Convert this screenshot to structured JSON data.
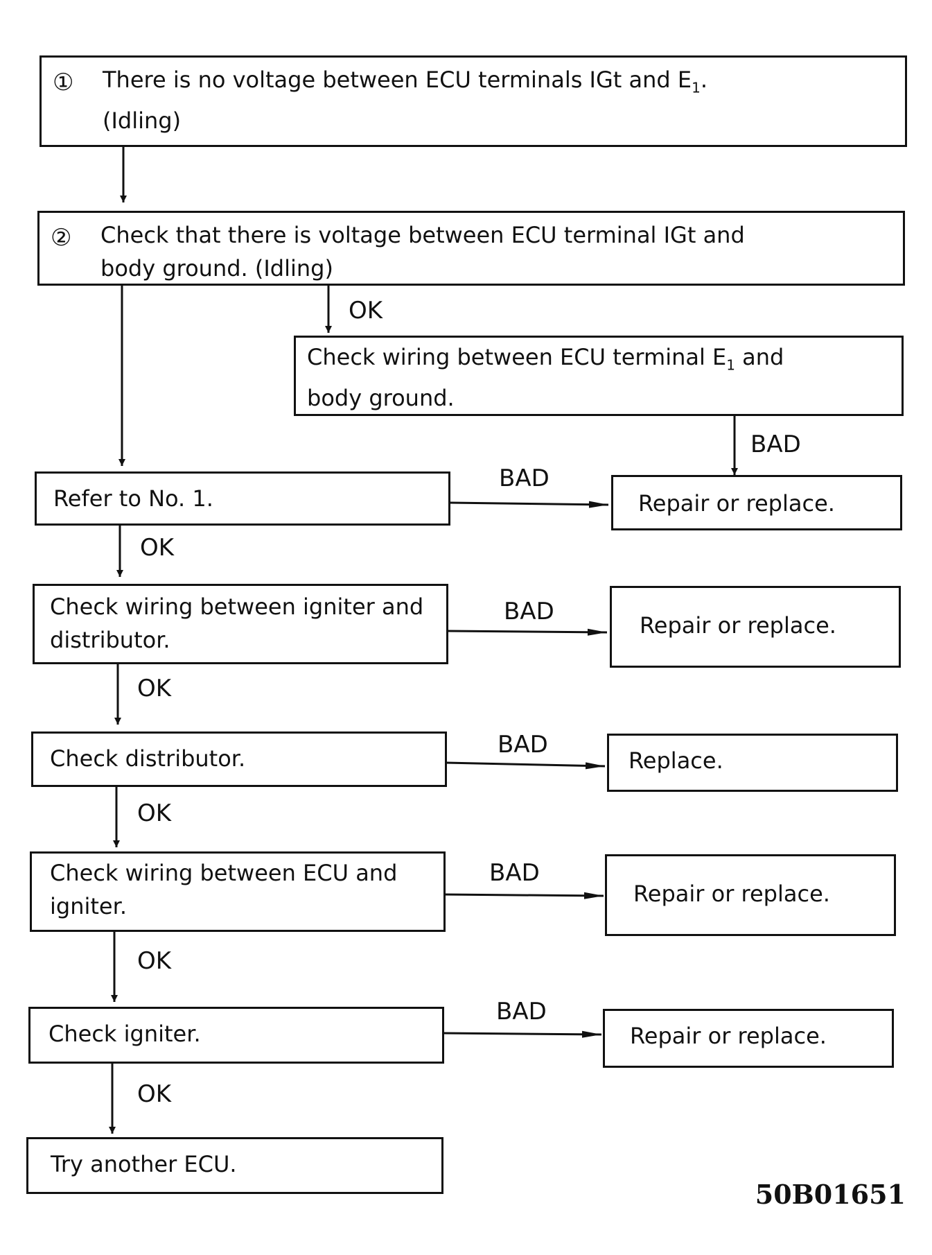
{
  "steps": {
    "step1": {
      "num": "①",
      "text_line1": "There is no voltage between ECU terminals IGt and E",
      "sub": "1",
      "text_end": ".",
      "text_line2": "(Idling)"
    },
    "step2": {
      "num": "②",
      "text_line1": "Check that there is voltage between ECU terminal IGt and",
      "text_line2": "body ground. (Idling)"
    }
  },
  "checks": {
    "wiring_e1": {
      "line1_pre": "Check wiring between ECU terminal E",
      "sub": "1",
      "line1_post": " and",
      "line2": "body ground."
    },
    "refer": {
      "line1": "Refer to No. 1."
    },
    "wiring_ign_dist": {
      "line1": "Check wiring between igniter and",
      "line2": "distributor."
    },
    "distributor": {
      "line1": "Check distributor."
    },
    "wiring_ecu_ign": {
      "line1": "Check wiring between ECU and",
      "line2": "igniter."
    },
    "igniter": {
      "line1": "Check igniter."
    },
    "ecu": {
      "line1": "Try another ECU."
    }
  },
  "results": {
    "r1": "Repair or replace.",
    "r2": "Repair or replace.",
    "r3": "Replace.",
    "r4": "Repair or replace.",
    "r5": "Repair or replace."
  },
  "labels": {
    "ok": "OK",
    "bad": "BAD"
  },
  "figure_code": "50B01651"
}
